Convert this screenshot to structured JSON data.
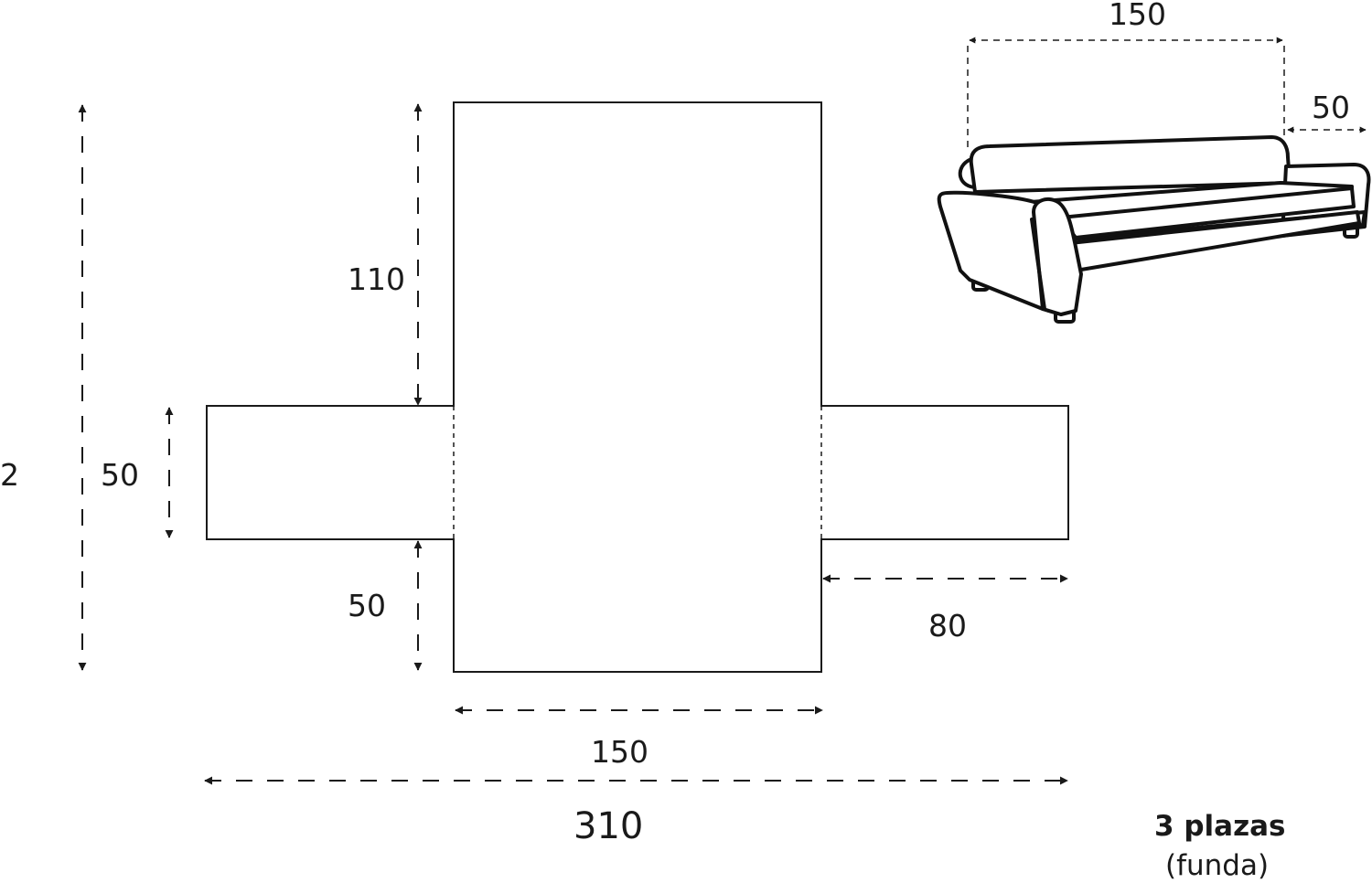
{
  "pattern": {
    "top_flap_height": "110",
    "arm_flap_width": "50",
    "bottom_flap_height": "50",
    "arm_flap_length": "80",
    "seat_width": "150",
    "total_width": "310",
    "total_height_partial": "2"
  },
  "sofa": {
    "width": "150",
    "depth": "50"
  },
  "caption": {
    "title": "3 plazas",
    "subtitle": "(funda)"
  }
}
